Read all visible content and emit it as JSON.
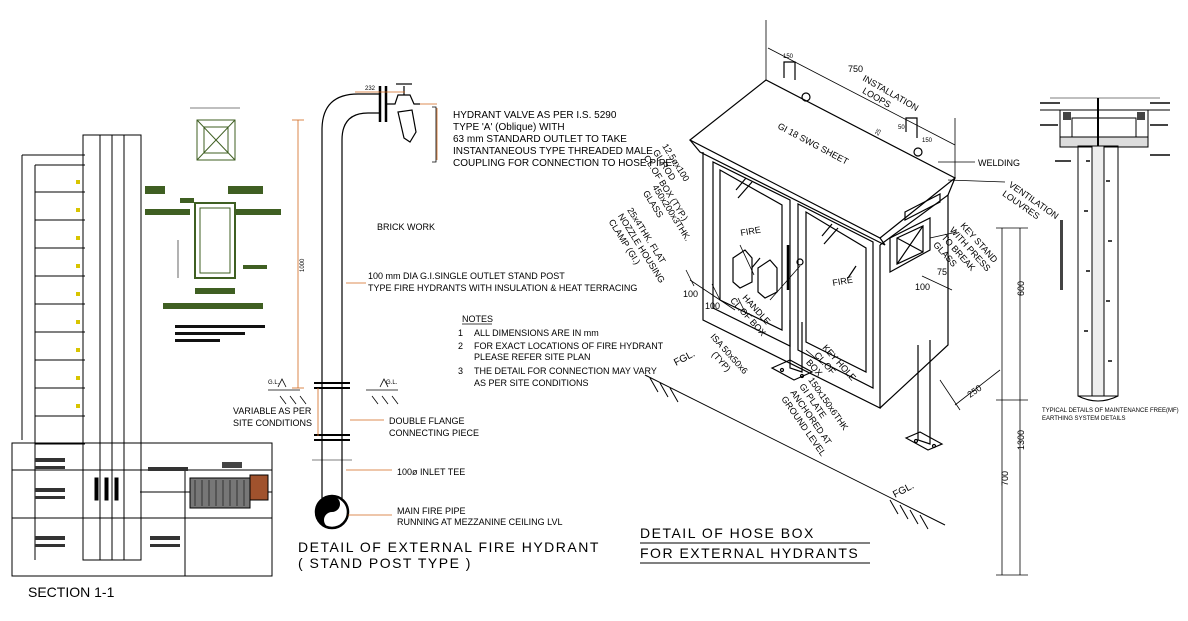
{
  "section": {
    "title": "SECTION 1-1"
  },
  "hydrant": {
    "dims": {
      "top": "232",
      "height": "1000"
    },
    "valve_lines": [
      "HYDRANT VALVE AS PER I.S. 5290",
      "TYPE 'A' (Oblique) WITH",
      "63 mm STANDARD OUTLET TO TAKE",
      "INSTANTANEOUS TYPE THREADED MALE",
      "COUPLING FOR CONNECTION TO HOSE PIPE."
    ],
    "brick_work": "BRICK WORK",
    "standpost_lines": [
      "100 mm DIA G.I.SINGLE OUTLET STAND POST",
      "TYPE FIRE HYDRANTS WITH INSULATION & HEAT TERRACING"
    ],
    "gl_left": "G.L.",
    "gl_right": "G.L.",
    "variable_lines": [
      "VARIABLE AS PER",
      "SITE CONDITIONS"
    ],
    "flange_lines": [
      "DOUBLE FLANGE",
      "CONNECTING PIECE"
    ],
    "inlet_tee": "100ø INLET TEE",
    "main_pipe_lines": [
      "MAIN FIRE PIPE",
      "RUNNING AT MEZZANINE CEILING LVL"
    ],
    "title_lines": [
      "DETAIL OF EXTERNAL FIRE HYDRANT",
      "( STAND POST TYPE )"
    ]
  },
  "notes": {
    "heading": "NOTES",
    "items": [
      [
        "1",
        "ALL DIMENSIONS ARE IN mm"
      ],
      [
        "2",
        "FOR EXACT LOCATIONS OF FIRE HYDRANT",
        "PLEASE REFER SITE PLAN"
      ],
      [
        "3",
        "THE DETAIL FOR CONNECTION MAY VARY",
        "AS PER SITE CONDITIONS"
      ]
    ]
  },
  "hosebox": {
    "dims": {
      "d150a": "150",
      "d750": "750",
      "d50": "50",
      "d150b": "150",
      "d25": "25",
      "d100a": "100",
      "d100b": "100",
      "d100c": "100",
      "d75": "75",
      "d250": "250",
      "d600": "600",
      "d1300": "1300",
      "d700": "700"
    },
    "installation_loops": [
      "INSTALLATION",
      "LOOPS"
    ],
    "sheet": "GI 18 SWG SHEET",
    "rod": [
      "12.5øx100",
      "GI. ROD",
      "CL.OF BOX (TYP.)"
    ],
    "glass": [
      "450x200x3THK.",
      "GLASS"
    ],
    "clamp": [
      "25x4THK. FLAT",
      "NOZZLE HOUSING",
      "CLAMP (GI.)"
    ],
    "fire_left": "FIRE",
    "fire_right": "FIRE",
    "welding": "WELDING",
    "ventilation": [
      "VENTILATION",
      "LOUVRES"
    ],
    "key_stand": [
      "KEY STAND",
      "WITH PRESS",
      "TO BREAK",
      "GLASS"
    ],
    "handle": [
      "HANDLE",
      "CL.OF BOX"
    ],
    "isa": [
      "ISA 50x50x6",
      "(TYP)"
    ],
    "key_hole": [
      "KEY HOLE",
      "CL.OF",
      "BOX"
    ],
    "plate": [
      "150x150x6THK",
      "GI PLATE",
      "ANCHORED AT",
      "GROUND LEVEL"
    ],
    "fgl_left": "FGL.",
    "fgl_right": "FGL.",
    "title_lines": [
      "DETAIL OF HOSE BOX",
      "FOR EXTERNAL HYDRANTS"
    ]
  },
  "earthing": {
    "caption": [
      "TYPICAL DETAILS OF MAINTENANCE FREE(MF)",
      "EARTHING SYSTEM DETAILS"
    ]
  },
  "colors": {
    "ink": "#000000",
    "dim_red": "#d2691e",
    "tag_green": "#3f5f22",
    "pink": "#e1007a"
  }
}
